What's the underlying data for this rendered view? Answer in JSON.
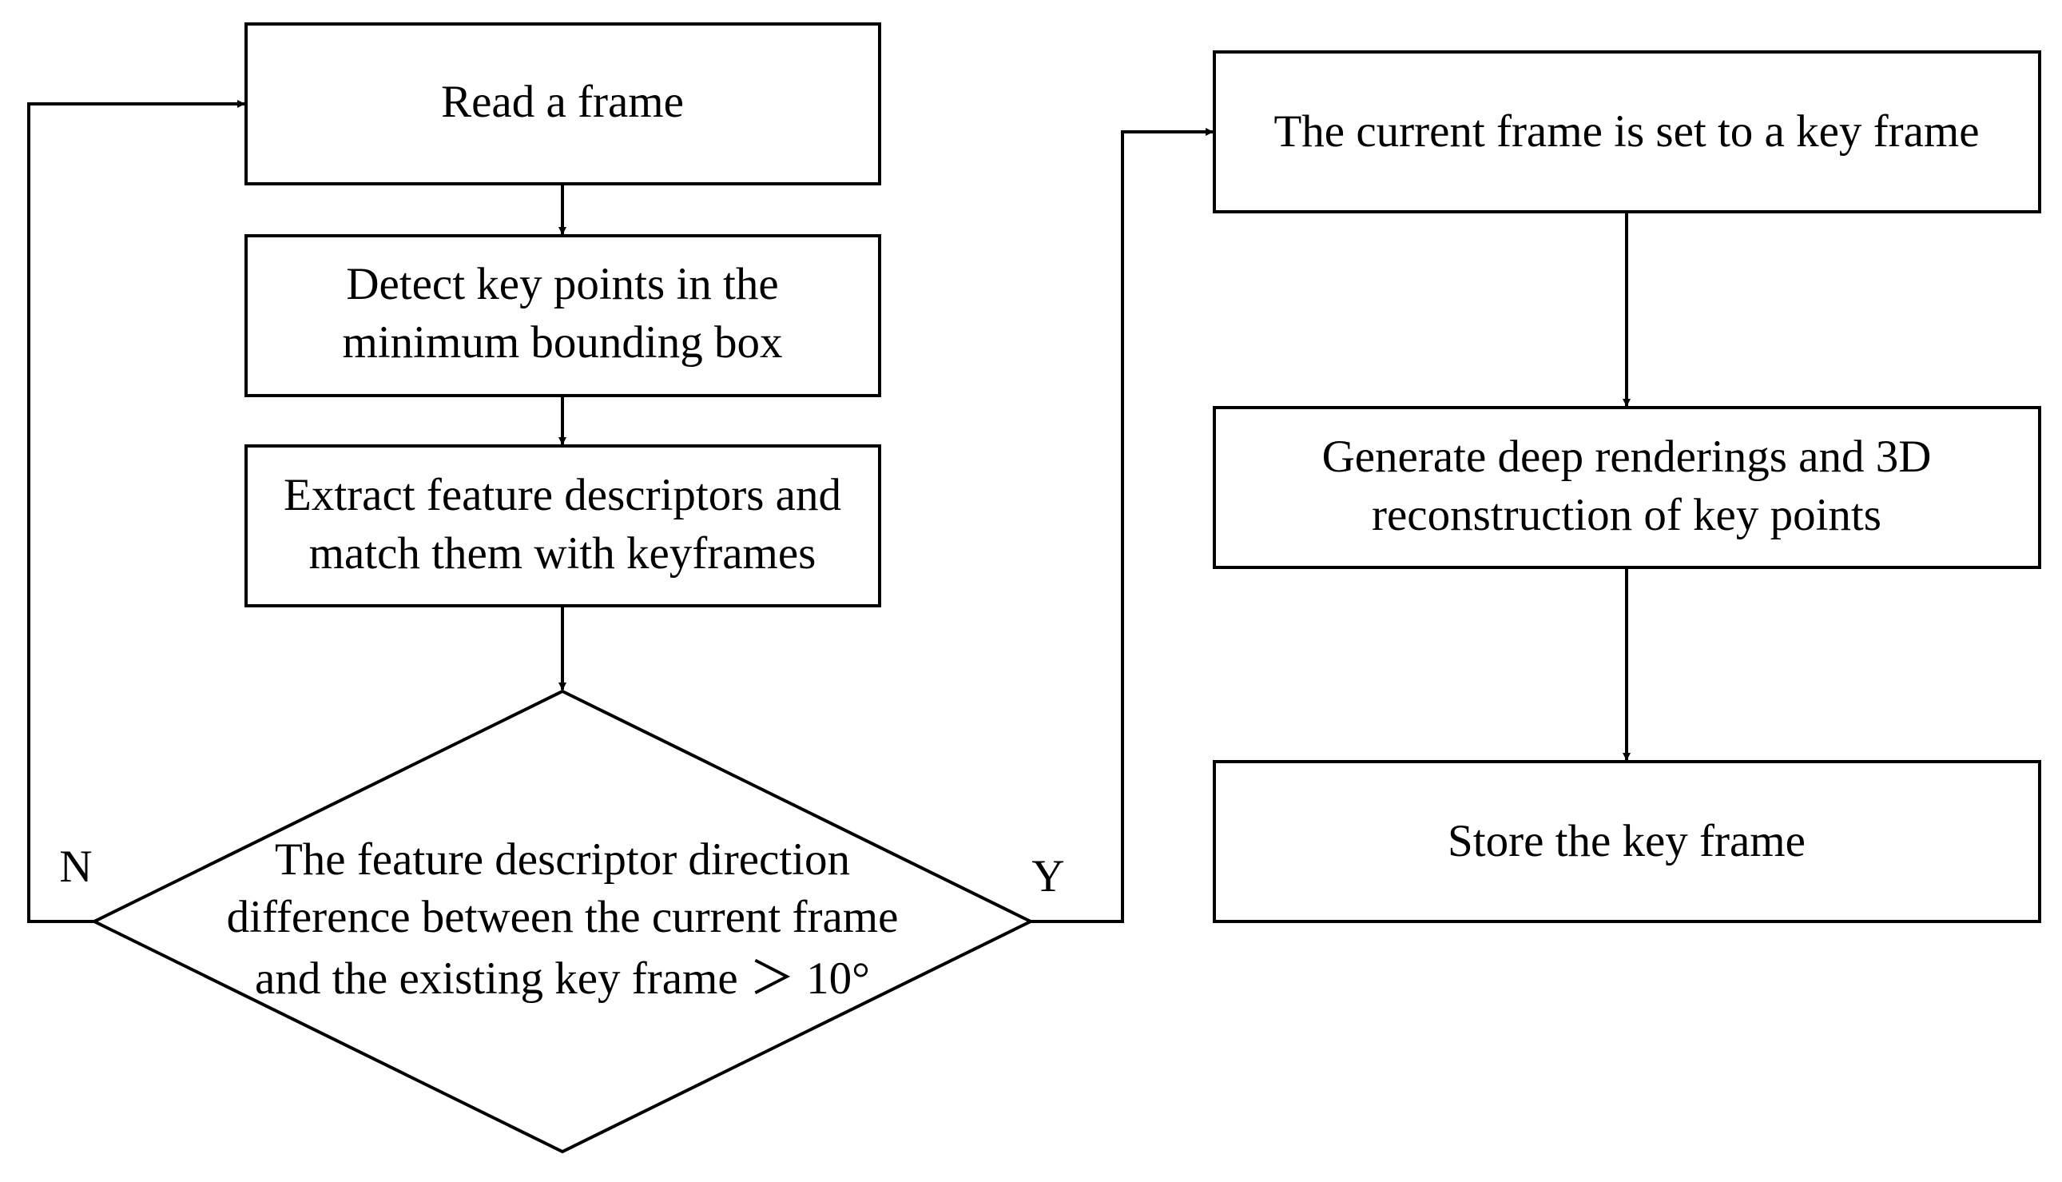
{
  "flowchart": {
    "read_frame": "Read a frame",
    "detect_keypoints": {
      "line1": "Detect key points in the",
      "line2": "minimum bounding box"
    },
    "extract_descriptors": {
      "line1": "Extract feature descriptors and",
      "line2": "match them with keyframes"
    },
    "decision": {
      "line1": "The feature descriptor direction",
      "line2": "difference between the current frame",
      "line3": "and the existing key frame ＞ 10°"
    },
    "no_label": "N",
    "yes_label": "Y",
    "set_keyframe": "The current frame is set to a key frame",
    "generate_reconstruction": {
      "line1": "Generate deep renderings and 3D",
      "line2": "reconstruction of key points"
    },
    "store_keyframe": "Store the key frame"
  }
}
